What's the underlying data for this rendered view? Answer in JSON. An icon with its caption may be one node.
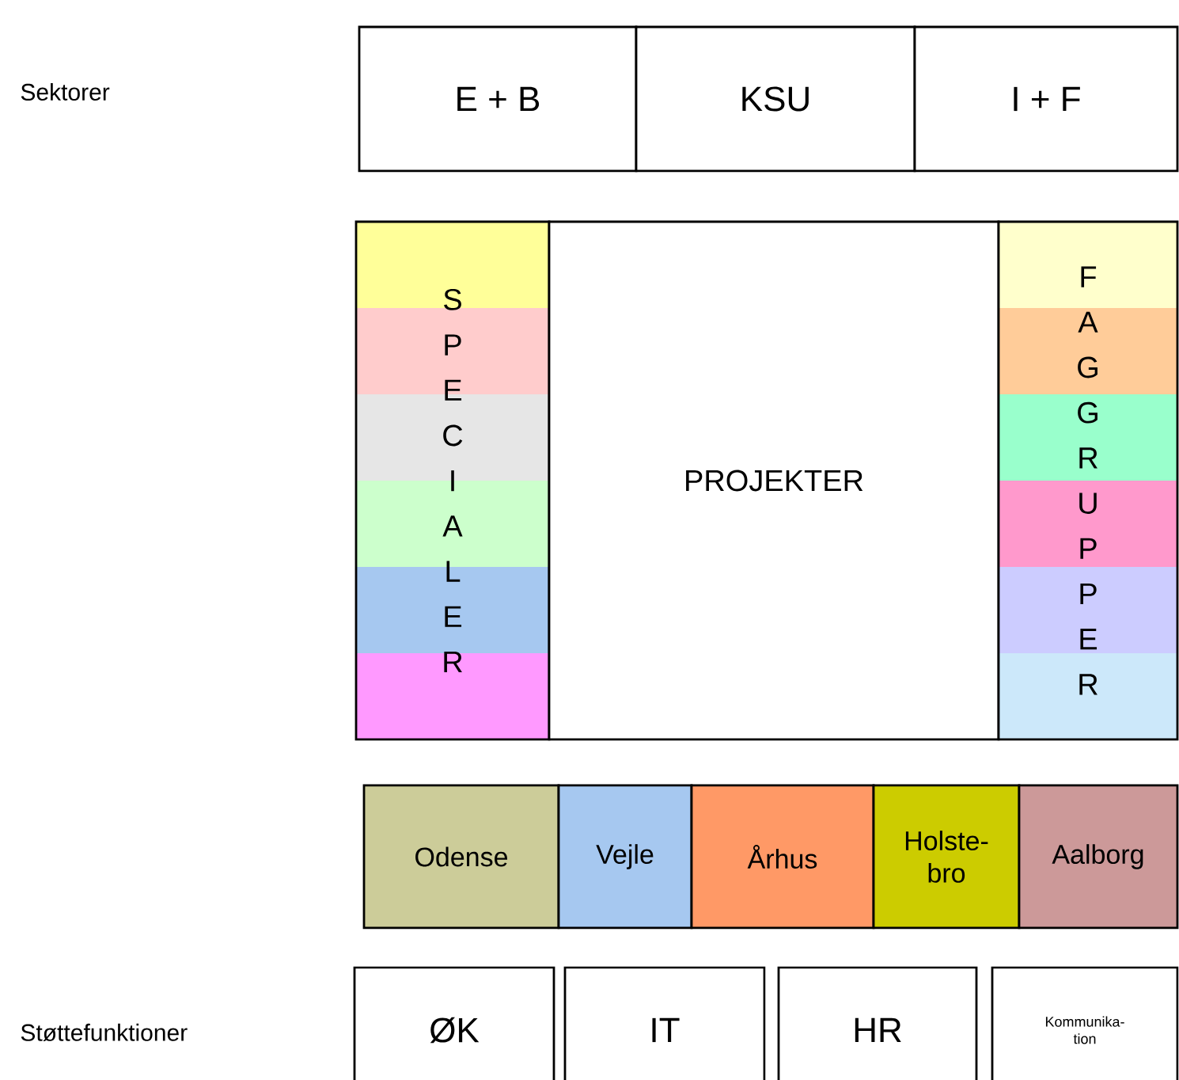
{
  "diagram": {
    "nodes": [
      {
        "text": [
          "E + B"
        ]
      },
      {
        "text": [
          "KSU"
        ]
      },
      {
        "text": [
          "I + F"
        ]
      },
      {
        "text": [
          "SPECIALER"
        ]
      },
      {
        "text": [
          "PROJEKTER"
        ]
      },
      {
        "text": [
          "FAGGRUPPER"
        ]
      },
      {
        "text": [
          "Odense"
        ]
      },
      {
        "text": [
          "Vejle"
        ]
      },
      {
        "text": [
          "Århus"
        ]
      },
      {
        "text": [
          "Holste- bro"
        ]
      },
      {
        "text": [
          "Aalborg"
        ]
      },
      {
        "text": [
          "ØK"
        ]
      },
      {
        "text": [
          "IT"
        ]
      },
      {
        "text": [
          "HR"
        ]
      },
      {
        "text": [
          "Kommunika- tion"
        ]
      }
    ],
    "labels": [
      "Sektorer",
      "Støttefunktioner"
    ]
  }
}
